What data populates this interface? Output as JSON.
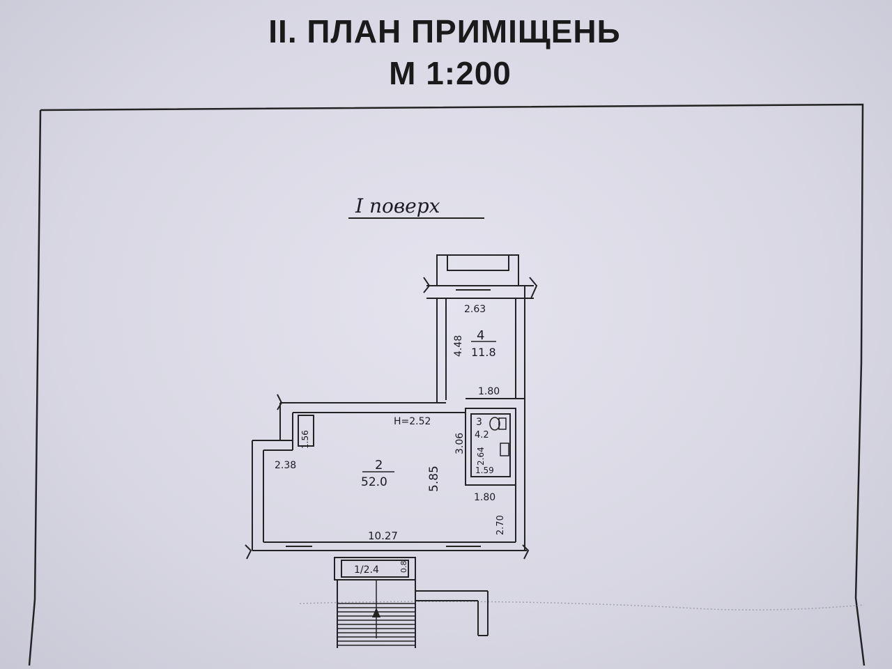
{
  "document": {
    "title": "II. ПЛАН ПРИМІЩЕНЬ",
    "scale": "М 1:200",
    "floor_label": "I поверх"
  },
  "rooms": {
    "room4": {
      "number": "4",
      "area": "11.8",
      "width": "2.63",
      "length": "4.48",
      "bottom": "1.80"
    },
    "room3": {
      "number": "3",
      "area": "4.2",
      "height": "2.64",
      "width": "1.59"
    },
    "room2": {
      "number": "2",
      "area": "52.0",
      "ceiling": "H=2.52",
      "length": "5.85",
      "width": "10.27",
      "left_dim": "2.38",
      "niche": "1.56",
      "mid_dim": "3.06",
      "right_top": "1.80",
      "right_side": "2.70"
    },
    "room1": {
      "label": "1/2.4",
      "depth": "0.8"
    }
  }
}
